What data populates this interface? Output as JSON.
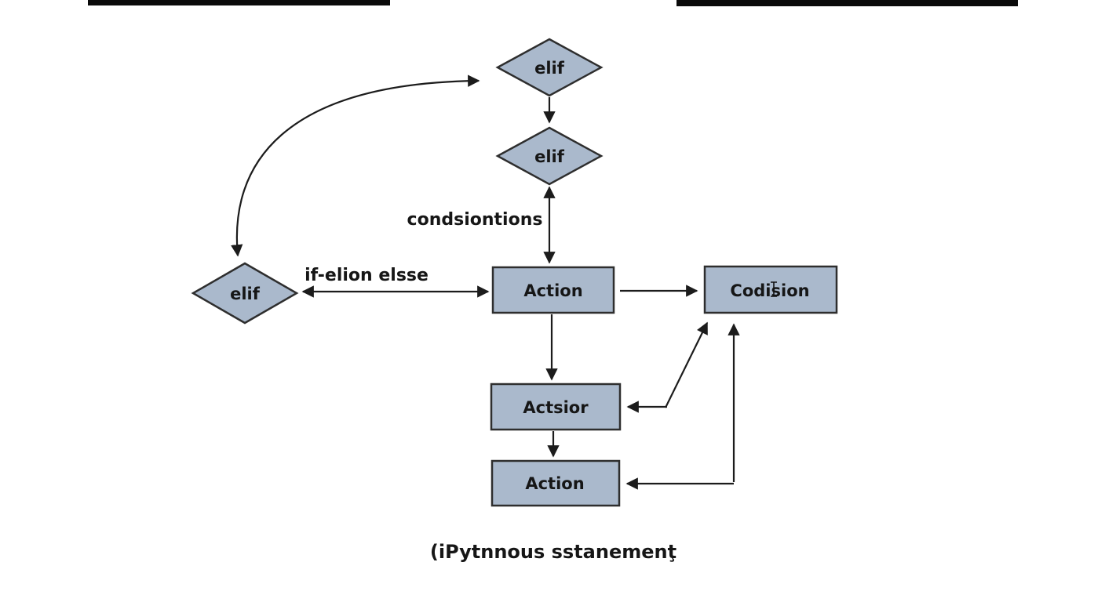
{
  "diagram": {
    "title": "if-elif-else flowchart",
    "colors": {
      "background": "#ffffff",
      "shape_fill": "#aab9cc",
      "shape_stroke": "#2e2e2e",
      "line": "#1c1c1c",
      "text": "#161616",
      "top_artifact": "#0a0a0a"
    },
    "nodes": {
      "top_elif": "elif",
      "mid_elif": "elif",
      "left_elif": "elif",
      "action_center": "Action",
      "condition": "Codision",
      "actsior": "Actsior",
      "action_bottom": "Action"
    },
    "labels": {
      "conditions": "condsiontions",
      "if_else": "if-elion elsse",
      "caption": "(iPytnnous sstanemenţ"
    }
  }
}
